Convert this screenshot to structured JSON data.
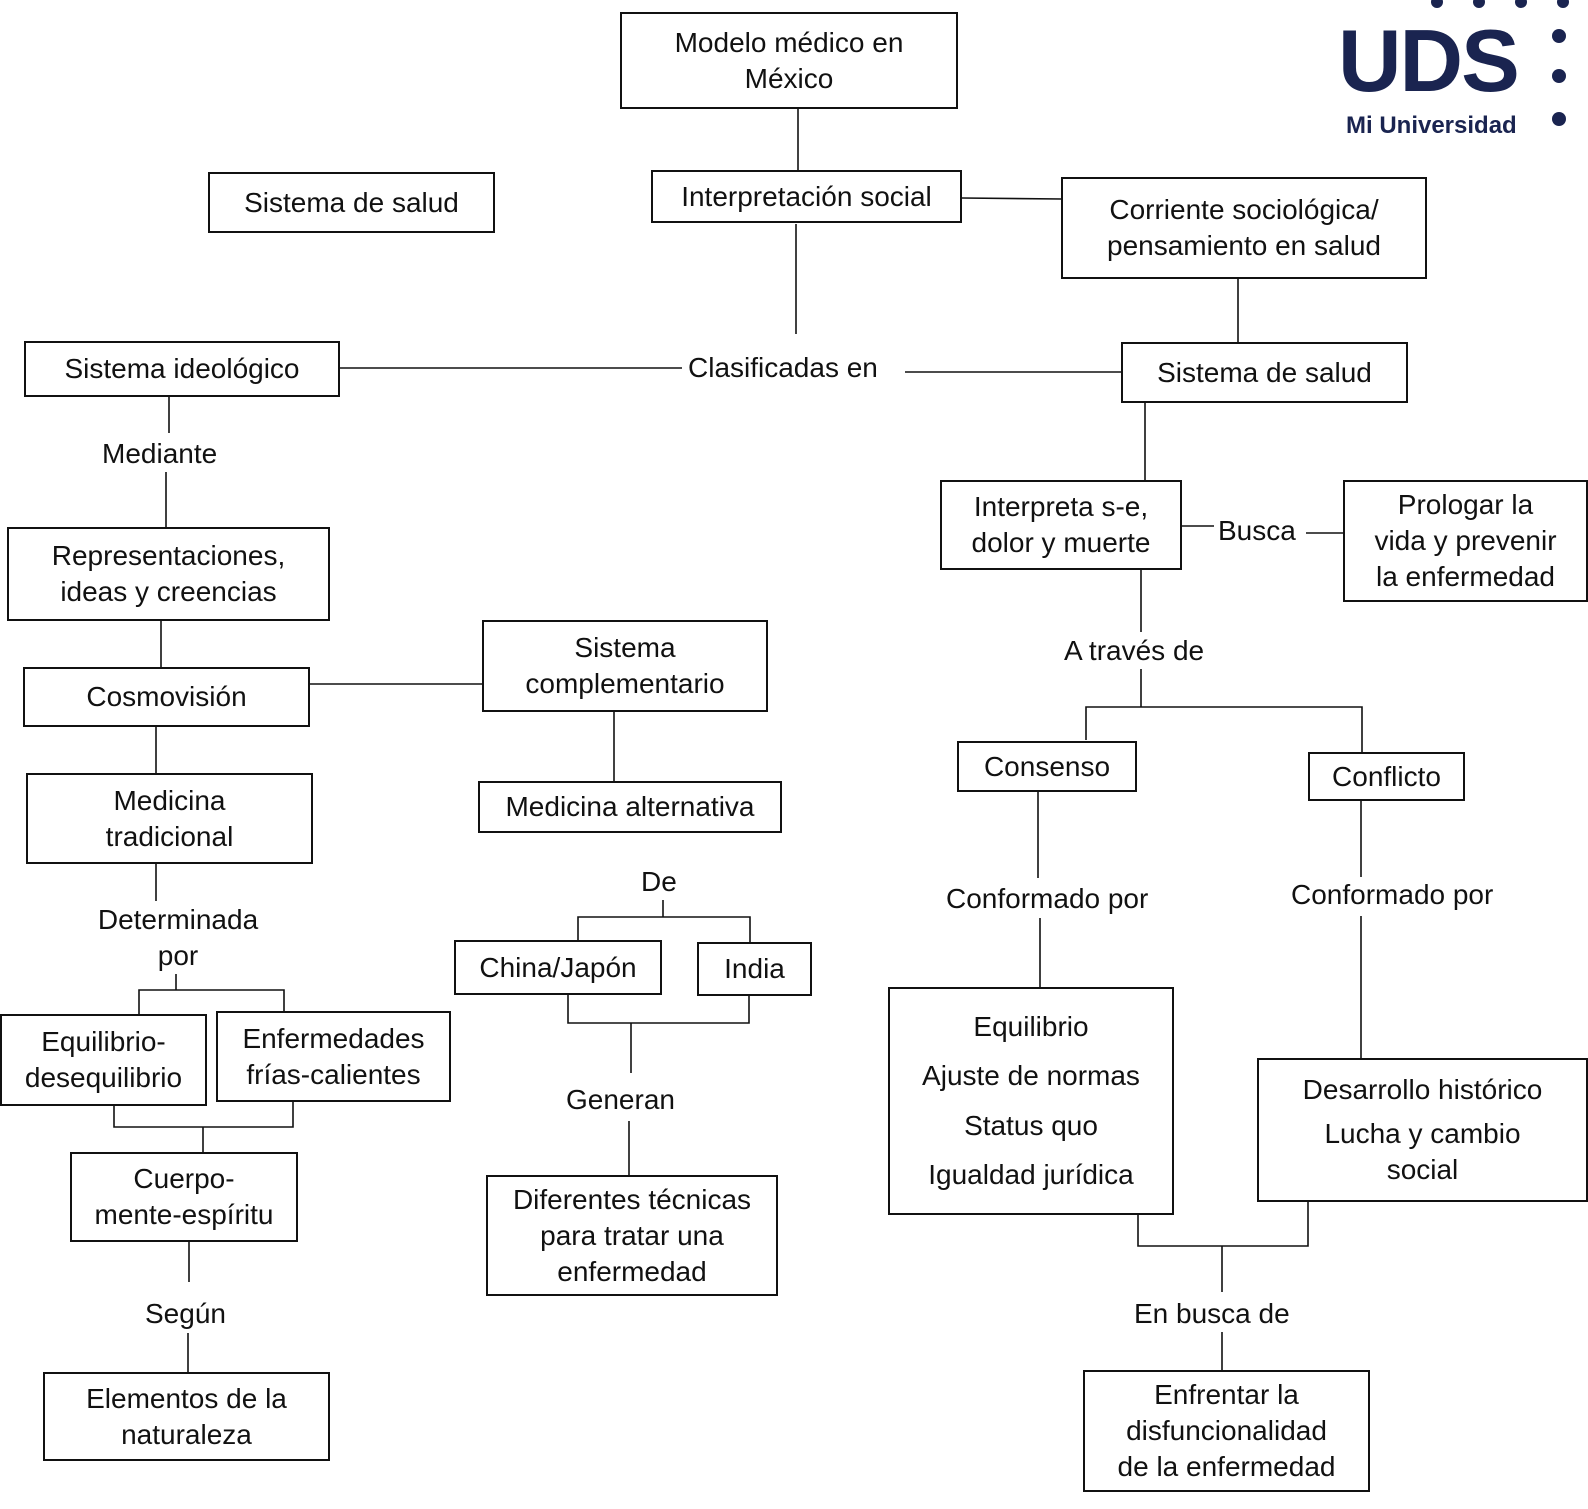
{
  "logo": {
    "text": "UDS",
    "subtitle": "Mi Universidad",
    "color": "#1a2450"
  },
  "nodes": {
    "modelo": "Modelo médico en\nMéxico",
    "sistema_salud_top": "Sistema de salud",
    "interpretacion": "Interpretación social",
    "corriente": "Corriente sociológica/\npensamiento en salud",
    "ideologico": "Sistema ideológico",
    "sistema_salud": "Sistema de salud",
    "interpreta": "Interpreta s-e,\ndolor y muerte",
    "prologar": "Prologar la\nvida y prevenir\nla enfermedad",
    "representaciones": "Representaciones,\nideas y creencias",
    "cosmovision": "Cosmovisión",
    "complementario": "Sistema\ncomplementario",
    "medicina_tradicional": "Medicina\ntradicional",
    "medicina_alternativa": "Medicina alternativa",
    "consenso": "Consenso",
    "conflicto": "Conflicto",
    "china": "China/Japón",
    "india": "India",
    "equilibrio_des": "Equilibrio-\ndesequilibrio",
    "enfermedades": "Enfermedades\nfrías-calientes",
    "cuerpo": "Cuerpo-\nmente-espíritu",
    "tecnicas": "Diferentes técnicas\npara tratar una\nenfermedad",
    "elementos": "Elementos de la\nnaturaleza",
    "enfrentar": "Enfrentar la\ndisfuncionalidad\nde la enfermedad"
  },
  "consenso_items": [
    "Equilibrio",
    "Ajuste de normas",
    "Status quo",
    "Igualdad jurídica"
  ],
  "conflicto_items": [
    "Desarrollo histórico",
    "Lucha y cambio\nsocial"
  ],
  "labels": {
    "clasificadas": "Clasificadas en",
    "mediante": "Mediante",
    "busca": "Busca",
    "a_traves": "A través de",
    "determinada": "Determinada\npor",
    "de": "De",
    "conformado1": "Conformado por",
    "conformado2": "Conformado por",
    "generan": "Generan",
    "segun": "Según",
    "en_busca": "En busca de"
  }
}
